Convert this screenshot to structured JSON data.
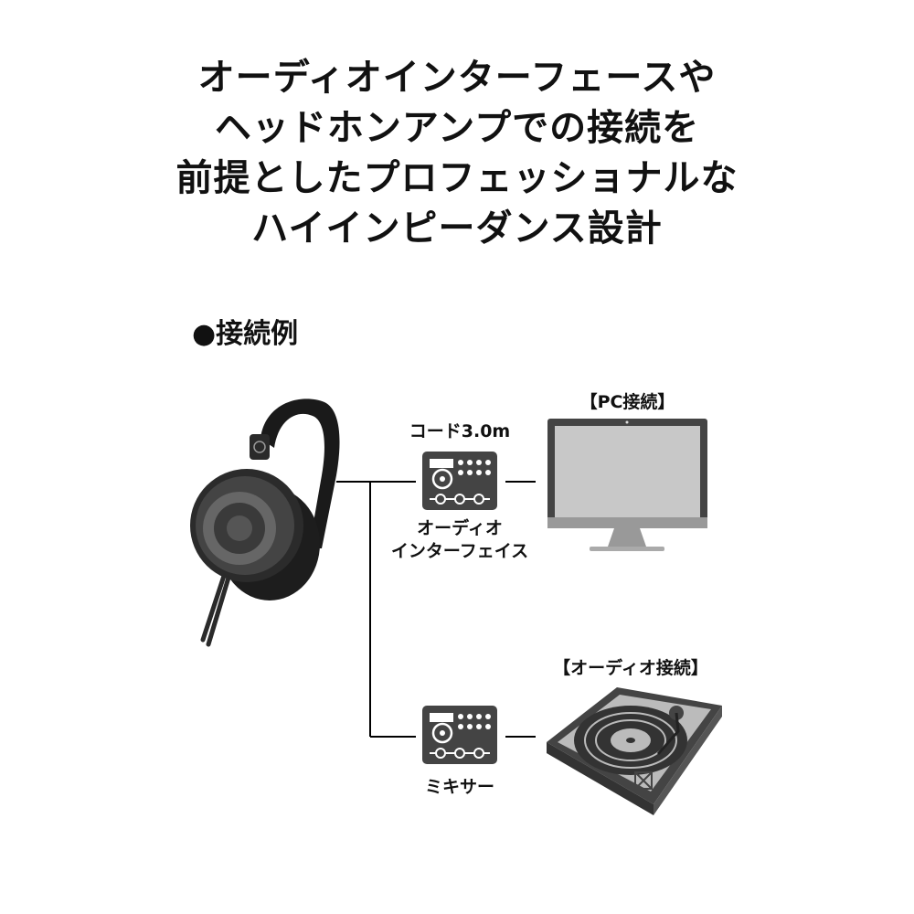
{
  "headline": {
    "line1": "オーディオインターフェースや",
    "line2": "ヘッドホンアンプでの接続を",
    "line3": "前提としたプロフェッショナルな",
    "line4": "ハイインピーダンス設計"
  },
  "section_title": "●接続例",
  "labels": {
    "pc_connection": "【PC接続】",
    "cord": "コード3.0m",
    "audio_interface_line1": "オーディオ",
    "audio_interface_line2": "インターフェイス",
    "audio_connection": "【オーディオ接続】",
    "mixer": "ミキサー"
  }
}
